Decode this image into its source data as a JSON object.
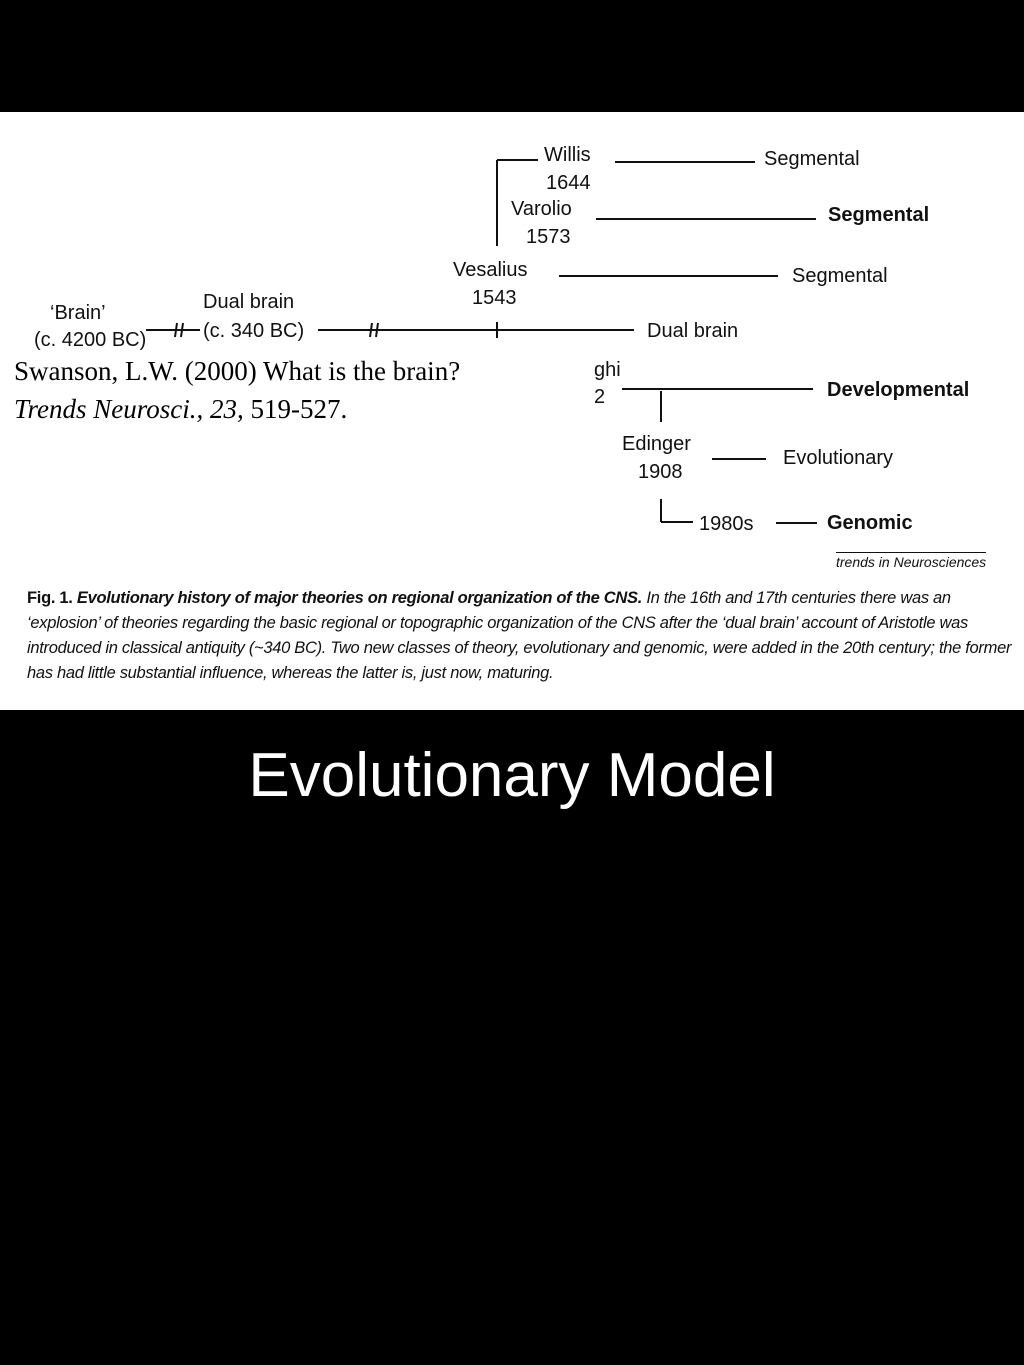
{
  "slide": {
    "title": "Evolutionary Model",
    "background": "#000000"
  },
  "figure": {
    "background": "#ffffff",
    "nodes": {
      "brain_label": "‘Brain’",
      "brain_date": "(c. 4200 BC)",
      "dual_brain_label": "Dual brain",
      "dual_brain_date": "(c. 340 BC)",
      "vesalius_name": "Vesalius",
      "vesalius_year": "1543",
      "varolio_name": "Varolio",
      "varolio_year": "1573",
      "willis_name": "Willis",
      "willis_year": "1644",
      "partial_name": "ghi",
      "partial_year": "2",
      "edinger_name": "Edinger",
      "edinger_year": "1908",
      "genomic_year": "1980s"
    },
    "outcomes": {
      "willis": "Segmental",
      "varolio": "Segmental",
      "vesalius": "Segmental",
      "main_line": "Dual brain",
      "developmental": "Developmental",
      "evolutionary": "Evolutionary",
      "genomic": "Genomic"
    },
    "source_label": "trends in Neurosciences",
    "caption": {
      "lead": "Fig. 1.",
      "title": "Evolutionary history of major theories on regional organization of the CNS.",
      "body": "In the 16th and 17th centuries there was an ‘explosion’ of theories regarding the basic regional or topographic organization of the CNS after the ‘dual brain’ account of Aristotle was introduced in classical antiquity (~340 BC). Two new classes of theory, evolutionary and genomic, were added in the 20th century; the former has had little substantial influence, whereas the latter is, just now, maturing."
    }
  },
  "citation": {
    "line1": "Swanson, L.W. (2000) What is the brain?",
    "journal": "Trends Neurosci., 23,",
    "pages": " 519-527."
  }
}
